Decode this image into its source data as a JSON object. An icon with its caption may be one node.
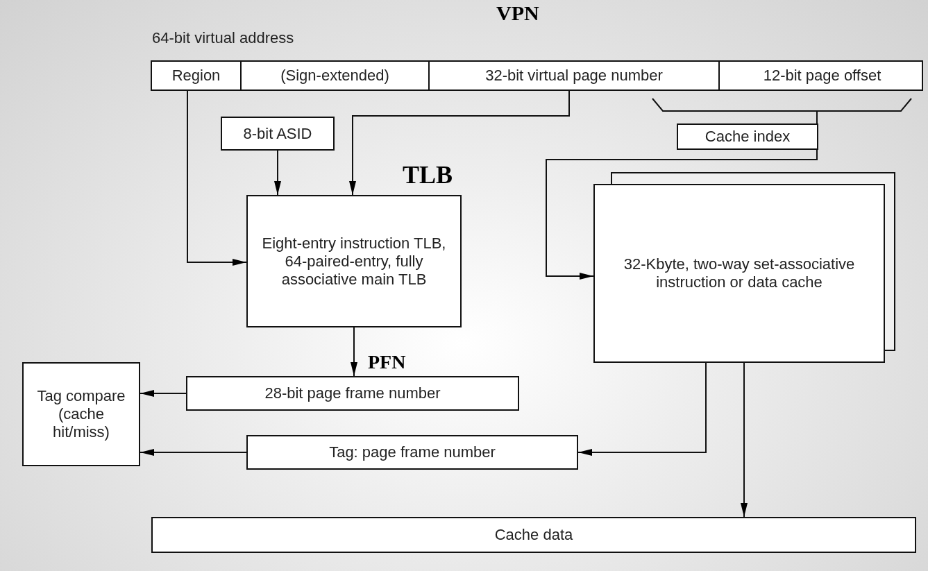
{
  "diagram": {
    "nodes": [
      {
        "text": [
          "64-bit virtual address"
        ]
      },
      {
        "text": [
          "Region"
        ],
        "in": 0
      },
      {
        "text": [
          "(Sign-extended)"
        ],
        "in": 0
      },
      {
        "text": [
          "32-bit virtual page number"
        ],
        "in": 0,
        "beside": [
          "VPN"
        ]
      },
      {
        "text": [
          "12-bit page offset"
        ],
        "in": 0
      },
      {
        "text": [
          "Cache index"
        ]
      },
      {
        "text": [
          "8-bit ASID"
        ]
      },
      {
        "text": [
          "Eight-entry instruction TLB, 64-paired-entry, fully associative main TLB"
        ],
        "beside": [
          "TLB"
        ]
      },
      {
        "text": [
          "32-Kbyte, two-way set-associative instruction or data cache"
        ]
      },
      {
        "text": [
          "Tag compare (cache hit/miss)"
        ]
      },
      {
        "text": [
          "28-bit page frame number"
        ],
        "beside": [
          "PFN"
        ]
      },
      {
        "text": [
          "Tag: page frame number"
        ]
      },
      {
        "text": [
          "Cache data"
        ]
      }
    ],
    "edges": [
      {
        "from": 1,
        "to": 7,
        "arrow": "to"
      },
      {
        "from": 3,
        "to": 7,
        "arrow": "to"
      },
      {
        "from": 6,
        "to": 7,
        "arrow": "to"
      },
      {
        "from": 5,
        "to": 8,
        "arrow": "to"
      },
      {
        "from": 7,
        "to": 10,
        "arrow": "to"
      },
      {
        "from": 10,
        "to": 9,
        "arrow": "to"
      },
      {
        "from": 11,
        "to": 9,
        "arrow": "to"
      },
      {
        "from": 8,
        "to": 11,
        "arrow": "to"
      },
      {
        "from": 8,
        "to": 12,
        "arrow": "to"
      }
    ]
  }
}
